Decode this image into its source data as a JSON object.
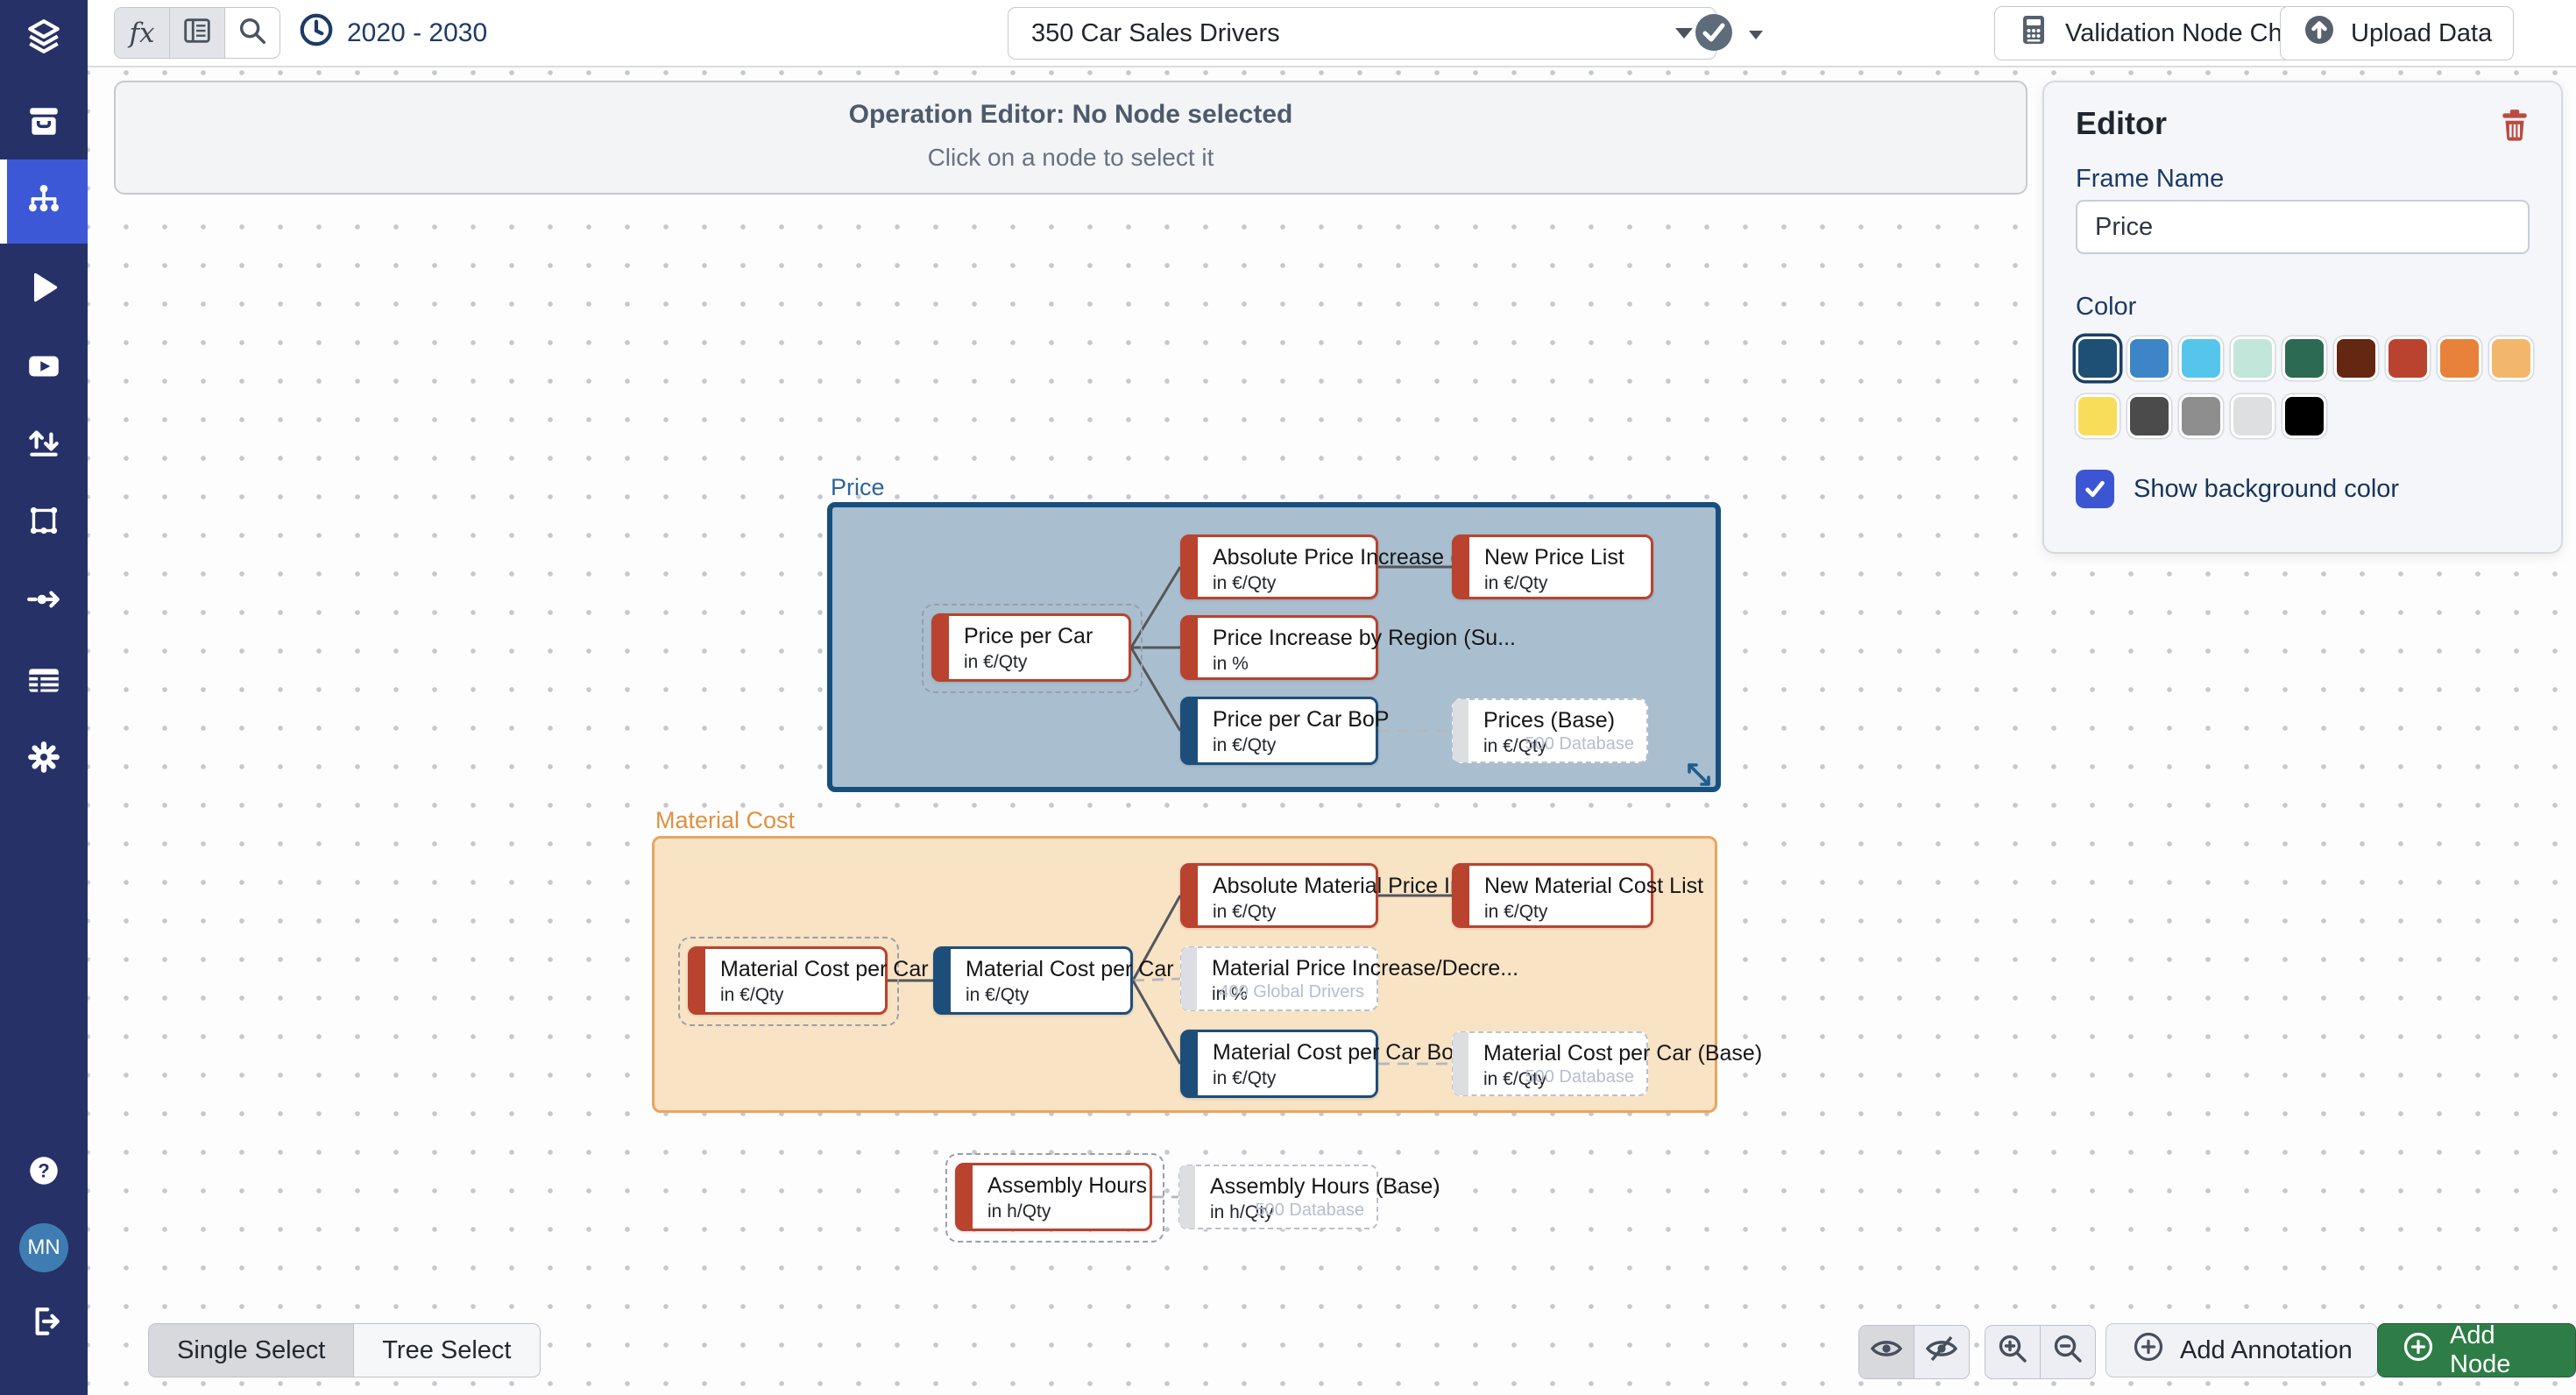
{
  "topbar": {
    "fx_label": "fx",
    "time_range": "2020 - 2030",
    "model_selector_value": "350 Car Sales Drivers",
    "validation_button": "Validation Node Checkup",
    "upload_button": "Upload Data"
  },
  "sidebar": {
    "avatar_initials": "MN",
    "icons": [
      "layers-logo",
      "inbox",
      "hierarchy-model",
      "play-scenario",
      "video-presentation",
      "data-transfer",
      "frame-tool",
      "flow",
      "data-table",
      "settings",
      "help",
      "avatar",
      "logout"
    ],
    "active_item": "hierarchy-model"
  },
  "operation_editor": {
    "title": "Operation Editor: No Node selected",
    "subtitle": "Click on a node to select it"
  },
  "editor_panel": {
    "title": "Editor",
    "frame_name_label": "Frame Name",
    "frame_name_value": "Price",
    "color_label": "Color",
    "swatches_row1": [
      "#1e4f74",
      "#3d85c6",
      "#56c5ec",
      "#c2e6d9",
      "#2d6a53",
      "#632712",
      "#ba4330",
      "#e8823a",
      "#f2b76c"
    ],
    "swatches_row2": [
      "#f8dd5a",
      "#4b4b4b",
      "#8e8e8e",
      "#dddfe0",
      "#000000"
    ],
    "selected_swatch": "#1e4f74",
    "checkbox_label": "Show background color",
    "checkbox_checked": true
  },
  "canvas": {
    "frames": [
      {
        "label": "Price",
        "fill": "#a9bfd0",
        "border": "#17507d",
        "nodes": [
          {
            "title": "Price per Car",
            "unit": "in €/Qty",
            "type": "red",
            "selected": true
          },
          {
            "title": "Absolute Price Increase (Sust...",
            "unit": "in €/Qty",
            "type": "red"
          },
          {
            "title": "New Price List",
            "unit": "in €/Qty",
            "type": "red"
          },
          {
            "title": "Price Increase by Region (Su...",
            "unit": "in %",
            "type": "red"
          },
          {
            "title": "Price per Car BoP",
            "unit": "in €/Qty",
            "type": "blue"
          },
          {
            "title": "Prices (Base)",
            "unit": "in €/Qty",
            "type": "ghost",
            "tag": "500 Database"
          }
        ]
      },
      {
        "label": "Material Cost",
        "fill": "#f9e3c5",
        "border": "#eaa55f",
        "nodes": [
          {
            "title": "Material Cost per Car",
            "unit": "in €/Qty",
            "type": "red",
            "selected": true
          },
          {
            "title": "Material Cost per Car (by Co...",
            "unit": "in €/Qty",
            "type": "blue"
          },
          {
            "title": "Absolute Material Price Incre...",
            "unit": "in €/Qty",
            "type": "red"
          },
          {
            "title": "New Material Cost List",
            "unit": "in €/Qty",
            "type": "red"
          },
          {
            "title": "Material Price Increase/Decre...",
            "unit": "in %",
            "type": "ghost",
            "tag": "400 Global Drivers"
          },
          {
            "title": "Material Cost per Car BoP",
            "unit": "in €/Qty",
            "type": "blue"
          },
          {
            "title": "Material Cost per Car (Base)",
            "unit": "in €/Qty",
            "type": "ghost",
            "tag": "500 Database"
          }
        ]
      }
    ],
    "loose_nodes": [
      {
        "title": "Assembly Hours",
        "unit": "in h/Qty",
        "type": "red",
        "selected": true
      },
      {
        "title": "Assembly Hours (Base)",
        "unit": "in h/Qty",
        "type": "ghost",
        "tag": "500 Database"
      }
    ]
  },
  "footer": {
    "single_select": "Single Select",
    "tree_select": "Tree Select",
    "add_annotation": "Add Annotation",
    "add_node": "Add Node"
  },
  "colors": {
    "sidebar_bg": "#263168",
    "sidebar_active": "#3c58d6",
    "node_red": "#b9432e",
    "node_blue": "#1d4e7a",
    "frame_price_label": "#2d6498",
    "frame_material_label": "#e0913f",
    "add_node_green": "#2e7d46",
    "trash_red": "#b94c42",
    "checkbox_blue": "#3c55d3",
    "avatar_blue": "#3e7cb1"
  }
}
